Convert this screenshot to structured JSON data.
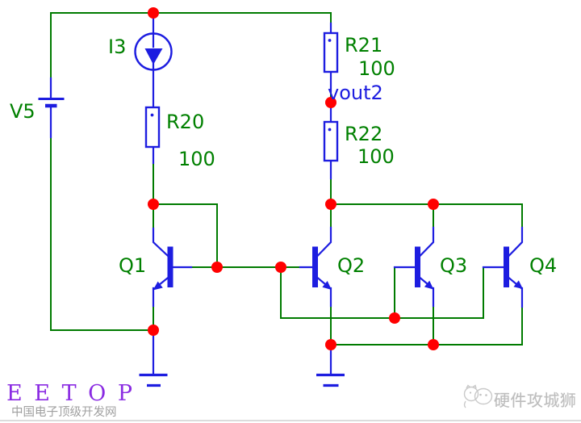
{
  "schematic": {
    "components": {
      "I3": {
        "ref": "I3",
        "kind": "dc-current-source"
      },
      "V5": {
        "ref": "V5",
        "kind": "dc-voltage-source"
      },
      "R20": {
        "ref": "R20",
        "value": "100",
        "kind": "resistor"
      },
      "R21": {
        "ref": "R21",
        "value": "100",
        "kind": "resistor"
      },
      "R22": {
        "ref": "R22",
        "value": "100",
        "kind": "resistor"
      },
      "Q1": {
        "ref": "Q1",
        "kind": "npn-transistor"
      },
      "Q2": {
        "ref": "Q2",
        "kind": "npn-transistor"
      },
      "Q3": {
        "ref": "Q3",
        "kind": "npn-transistor"
      },
      "Q4": {
        "ref": "Q4",
        "kind": "npn-transistor"
      }
    },
    "net_labels": {
      "vout2": "vout2"
    },
    "colors": {
      "wire": "#007b00",
      "symbol": "#1d1de0",
      "junction": "#ff0000",
      "ref_text": "#008000",
      "net_text": "#1d1de0"
    }
  },
  "branding": {
    "logo_text": "E E T O P",
    "logo_subtitle": "中国电子顶级开发网",
    "logo_color": "#8a2be2",
    "watermark_text": "硬件攻城狮"
  }
}
